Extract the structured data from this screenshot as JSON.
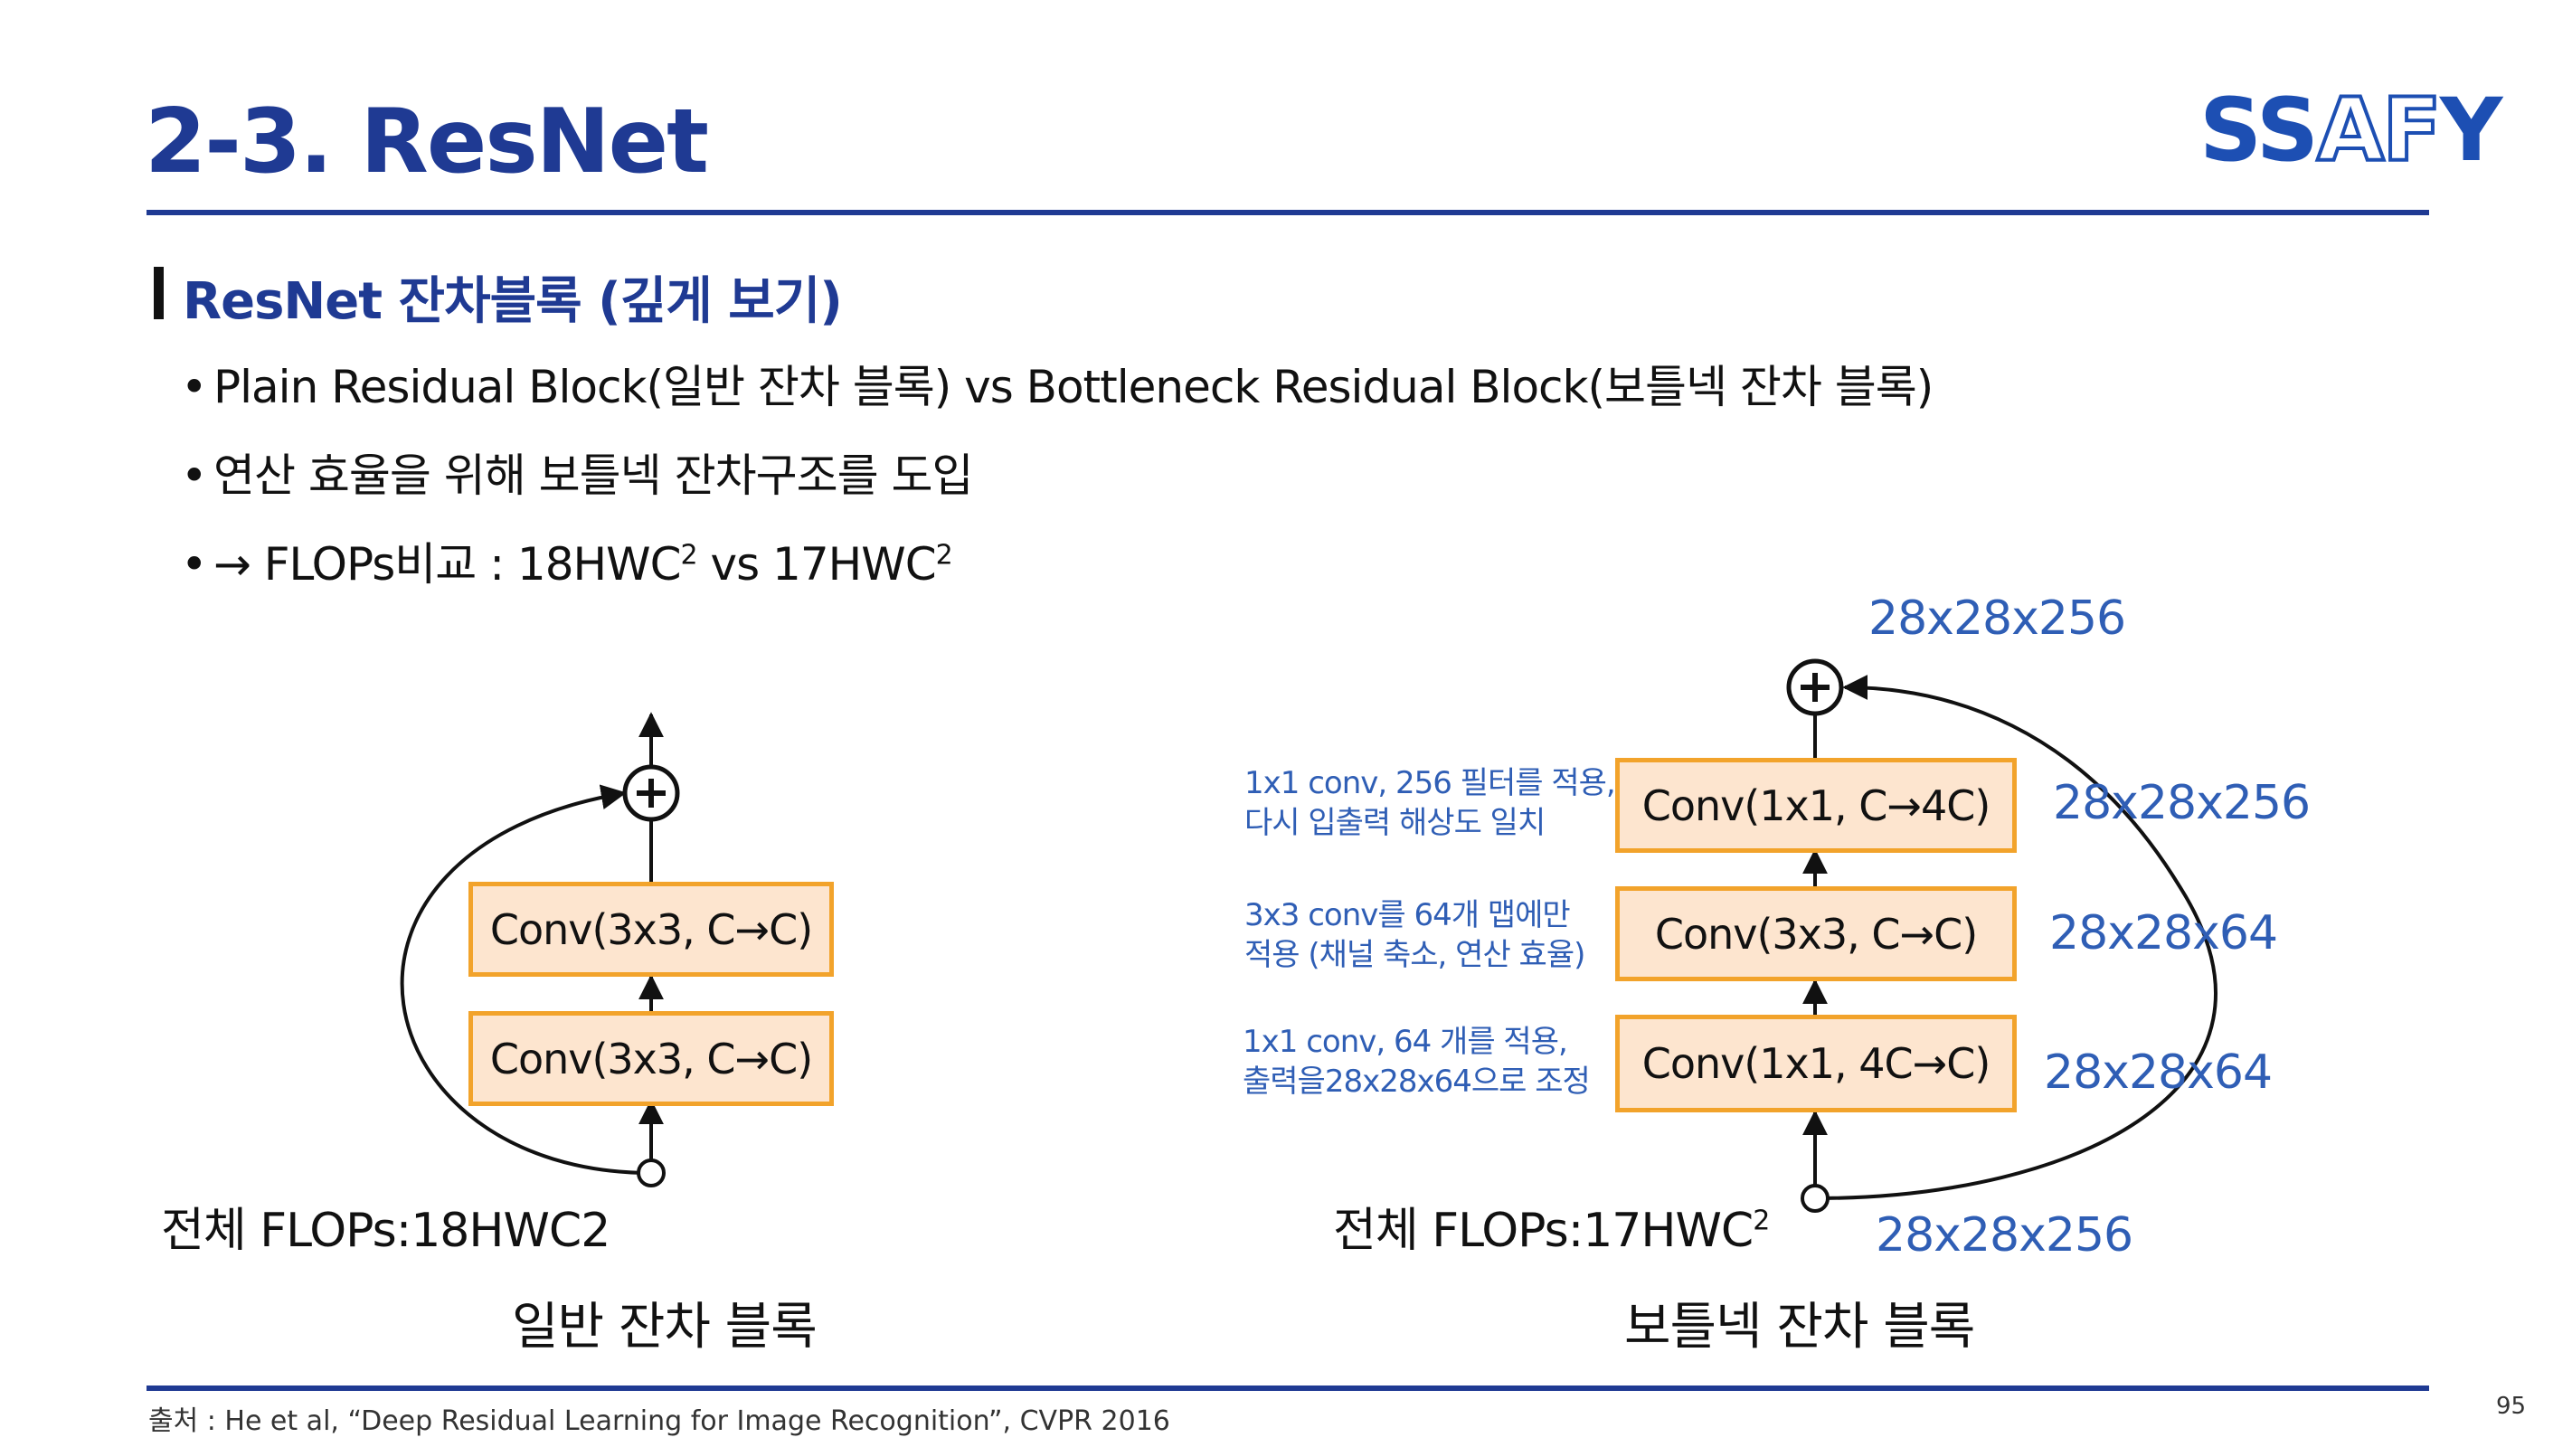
{
  "header": {
    "title": "2-3. ResNet",
    "logo_left": "SS",
    "logo_hollow": "AF",
    "logo_right": "Y"
  },
  "section": {
    "heading": "ResNet 잔차블록 (깊게 보기)"
  },
  "bullets": [
    {
      "text": "Plain Residual Block(일반 잔차 블록) vs Bottleneck Residual Block(보틀넥 잔차 블록)"
    },
    {
      "text": "연산 효율을 위해 보틀넥 잔차구조를 도입"
    },
    {
      "prefix": "→ FLOPs비교 : 18HWC",
      "sup1": "2",
      "mid": " vs 17HWC",
      "sup2": "2"
    }
  ],
  "plain_block": {
    "conv_top": "Conv(3x3, C→C)",
    "conv_bottom": "Conv(3x3, C→C)",
    "flops": "전체 FLOPs:18HWC2",
    "caption": "일반 잔차 블록"
  },
  "bottleneck_block": {
    "conv_top": "Conv(1x1, C→4C)",
    "conv_mid": "Conv(3x3, C→C)",
    "conv_bottom": "Conv(1x1, 4C→C)",
    "note_top": [
      "1x1 conv, 256 필터를 적용,",
      "다시 입출력 해상도 일치"
    ],
    "note_mid": [
      "3x3 conv를 64개 맵에만",
      "적용 (채널 축소, 연산 효율)"
    ],
    "note_bottom": [
      "1x1 conv, 64 개를 적용,",
      "출력을28x28x64으로 조정"
    ],
    "dim_output": "28x28x256",
    "dim_top": "28x28x256",
    "dim_mid": "28x28x64",
    "dim_bottom": "28x28x64",
    "dim_input": "28x28x256",
    "flops_prefix": "전체 FLOPs:17HWC",
    "flops_sup": "2",
    "caption": "보틀넥 잔차 블록"
  },
  "footer": {
    "source": "출처 : He et al, “Deep Residual Learning for Image Recognition”, CVPR 2016",
    "page_number": "95"
  },
  "colors": {
    "title_blue": "#1f3a93",
    "dim_blue": "#2f5eb5",
    "box_fill": "#fde5cf",
    "box_border": "#f2a32b"
  }
}
